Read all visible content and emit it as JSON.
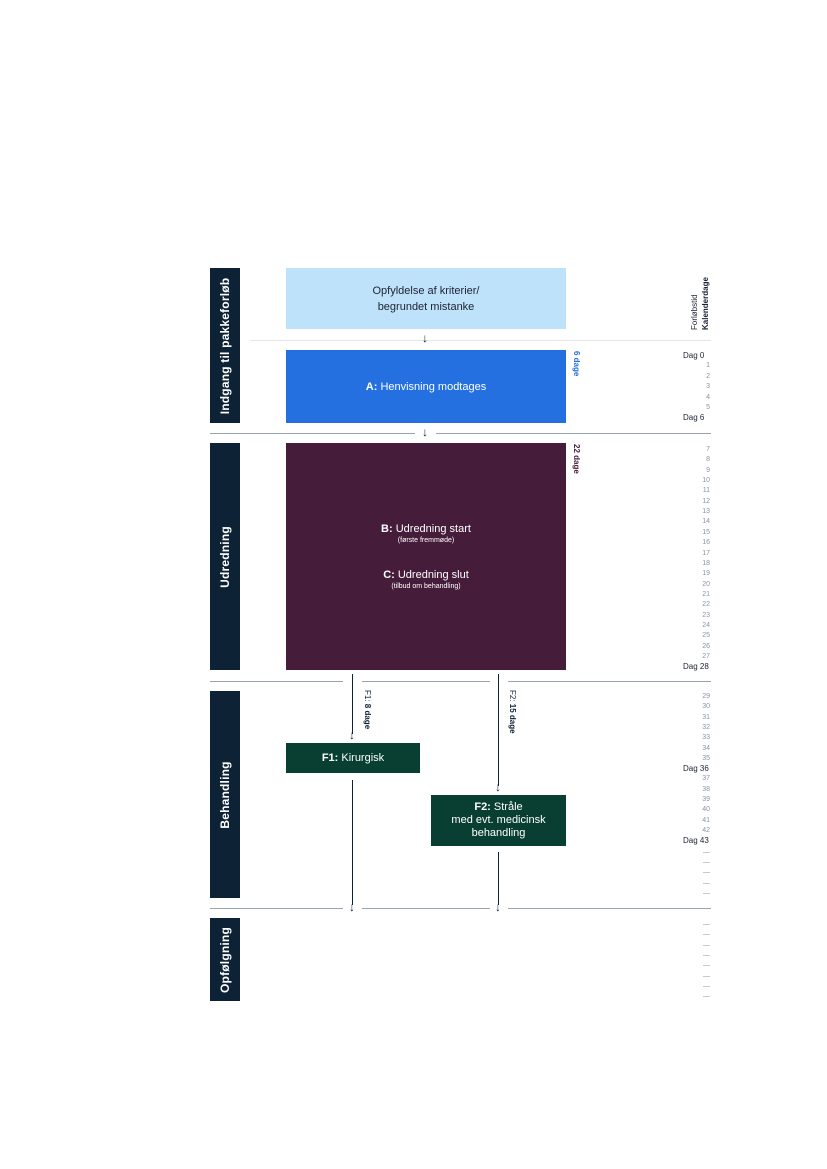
{
  "phases": {
    "entry": "Indgang til pakkeforløb",
    "investigation": "Udredning",
    "treatment": "Behandling",
    "followup": "Opfølgning"
  },
  "header": {
    "duration": "Forløbstid",
    "calendar_days": "Kalenderdage"
  },
  "boxes": {
    "criteria": {
      "line1": "Opfyldelse af kriterier/",
      "line2": "begrundet mistanke",
      "color": "#bfe2fb"
    },
    "a": {
      "prefix": "A:",
      "text": "Henvisning modtages",
      "side_label": "6 dage",
      "color": "#2470e0"
    },
    "bc": {
      "b_prefix": "B:",
      "b_text": "Udredning start",
      "b_sub": "(første fremmøde)",
      "c_prefix": "C:",
      "c_text": "Udredning slut",
      "c_sub": "(tilbud om behandling)",
      "side_label": "22 dage",
      "color": "#451d3b"
    },
    "f1": {
      "prefix": "F1:",
      "text": "Kirurgisk",
      "arrow_label_prefix": "F1:",
      "arrow_label": "8 dage",
      "color": "#093f33"
    },
    "f2": {
      "prefix": "F2:",
      "line1": "Stråle",
      "line2": "med evt. medicinsk",
      "line3": "behandling",
      "arrow_label_prefix": "F2:",
      "arrow_label": "15 dage",
      "color": "#093f33"
    }
  },
  "day_word": "Dag",
  "timeline": {
    "a_days": [
      "0",
      "1",
      "2",
      "3",
      "4",
      "5",
      "6"
    ],
    "bc_days": [
      "7",
      "8",
      "9",
      "10",
      "11",
      "12",
      "13",
      "14",
      "15",
      "16",
      "17",
      "18",
      "19",
      "20",
      "21",
      "22",
      "23",
      "24",
      "25",
      "26",
      "27",
      "28"
    ],
    "treat_days": [
      "29",
      "30",
      "31",
      "32",
      "33",
      "34",
      "35",
      "36",
      "37",
      "38",
      "39",
      "40",
      "41",
      "42",
      "43"
    ],
    "treat_dashes": [
      "—",
      "—",
      "—",
      "—",
      "—"
    ],
    "follow_dashes": [
      "—",
      "—",
      "—",
      "—",
      "—",
      "—",
      "—",
      "—"
    ],
    "highlight": [
      "0",
      "6",
      "28",
      "36",
      "43"
    ]
  }
}
